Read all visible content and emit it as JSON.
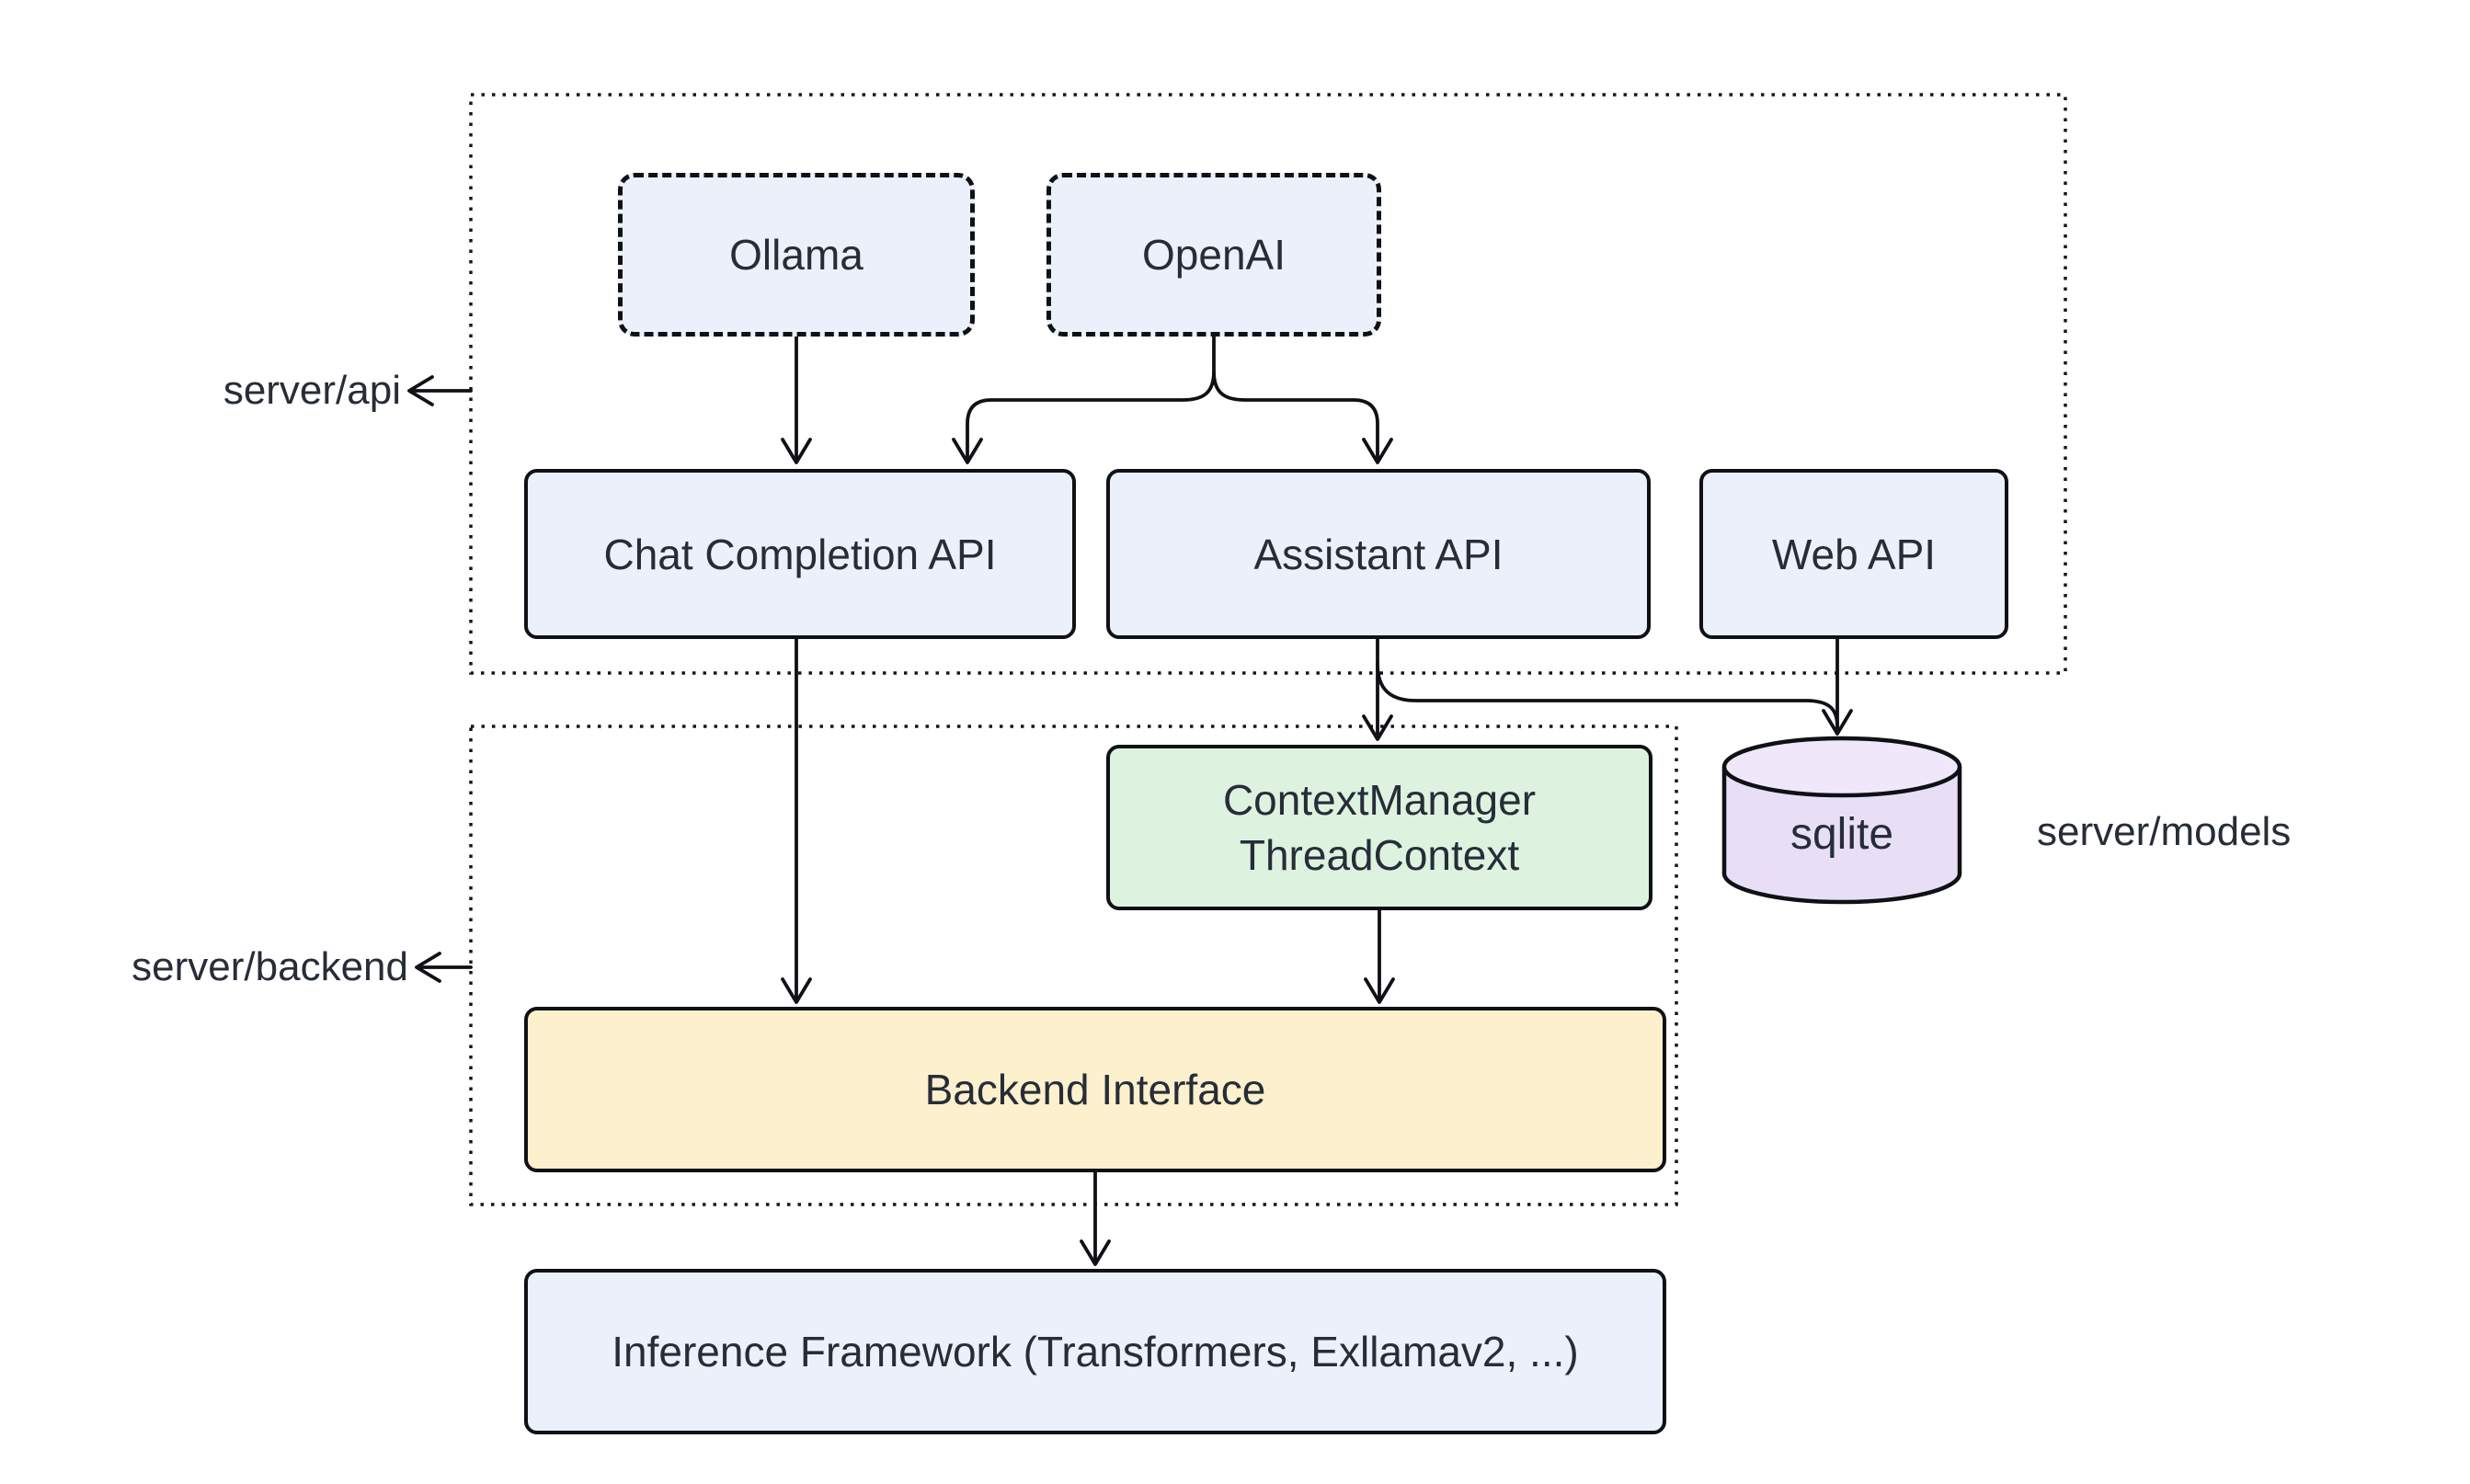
{
  "containers": {
    "api": {
      "label": "server/api"
    },
    "backend": {
      "label": "server/backend"
    }
  },
  "external_labels": {
    "models": "server/models"
  },
  "nodes": {
    "ollama": {
      "label": "Ollama",
      "style": "dashed-blue"
    },
    "openai": {
      "label": "OpenAI",
      "style": "dashed-blue"
    },
    "chat_completion_api": {
      "label": "Chat Completion API",
      "style": "solid-blue"
    },
    "assistant_api": {
      "label": "Assistant API",
      "style": "solid-blue"
    },
    "web_api": {
      "label": "Web API",
      "style": "solid-blue"
    },
    "context_manager": {
      "line1": "ContextManager",
      "line2": "ThreadContext",
      "style": "solid-green"
    },
    "sqlite": {
      "label": "sqlite",
      "style": "database-purple"
    },
    "backend_interface": {
      "label": "Backend Interface",
      "style": "solid-yellow"
    },
    "inference_framework": {
      "label": "Inference Framework (Transformers, Exllamav2, ...)",
      "style": "solid-blue"
    }
  },
  "edges": [
    {
      "from": "ollama",
      "to": "chat_completion_api"
    },
    {
      "from": "openai",
      "to": "chat_completion_api"
    },
    {
      "from": "openai",
      "to": "assistant_api"
    },
    {
      "from": "chat_completion_api",
      "to": "backend_interface"
    },
    {
      "from": "assistant_api",
      "to": "context_manager"
    },
    {
      "from": "assistant_api",
      "to": "sqlite"
    },
    {
      "from": "web_api",
      "to": "sqlite"
    },
    {
      "from": "context_manager",
      "to": "backend_interface"
    },
    {
      "from": "backend_interface",
      "to": "inference_framework"
    }
  ],
  "colors": {
    "node_blue": "#EBF0FA",
    "node_green": "#DDF3DF",
    "node_yellow": "#FCF0CD",
    "node_purple": "#E8DFF7",
    "cylinder_top": "#F0E7FB",
    "stroke": "#0F1115",
    "text": "#272D38",
    "background": "#FFFFFF"
  }
}
